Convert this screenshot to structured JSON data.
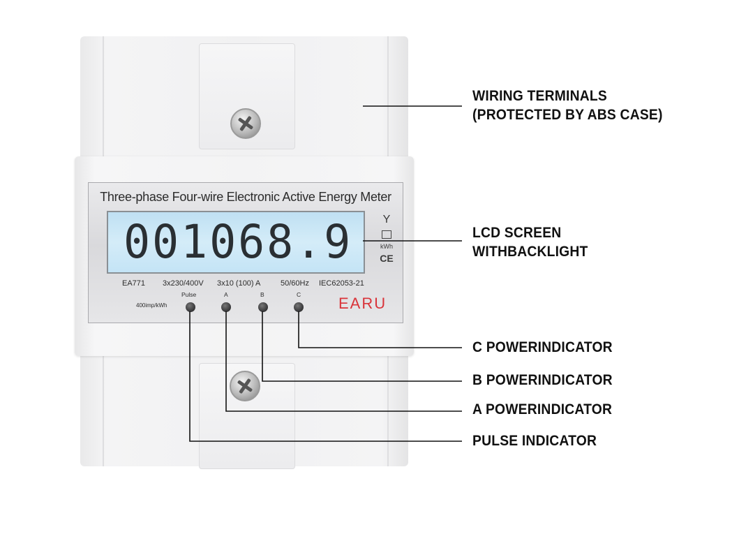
{
  "meter": {
    "title": "Three-phase Four-wire Electronic Active Energy Meter",
    "reading": "001068.9",
    "unit": "kWh",
    "cert_mark": "CE",
    "model": "EA771",
    "voltage": "3x230/400V",
    "current": "3x10 (100) A",
    "frequency": "50/60Hz",
    "standard": "IEC62053-21",
    "impulse_rate": "400imp/kWh",
    "indicators": [
      "Pulse",
      "A",
      "B",
      "C"
    ],
    "brand": "EARU",
    "colors": {
      "lcd": "#c9e7f7",
      "brand": "#d9343a",
      "body": "#f2f2f3"
    },
    "icons": [
      "antenna-icon",
      "backlight-icon",
      "screw-icon"
    ]
  },
  "callouts": {
    "wiring_line1": "WIRING TERMINALS",
    "wiring_line2": "(PROTECTED BY ABS CASE)",
    "lcd_line1": "LCD SCREEN",
    "lcd_line2": "WITHBACKLIGHT",
    "c_indicator": "C POWERINDICATOR",
    "b_indicator": "B POWERINDICATOR",
    "a_indicator": "A POWERINDICATOR",
    "pulse_indicator": "PULSE INDICATOR"
  }
}
